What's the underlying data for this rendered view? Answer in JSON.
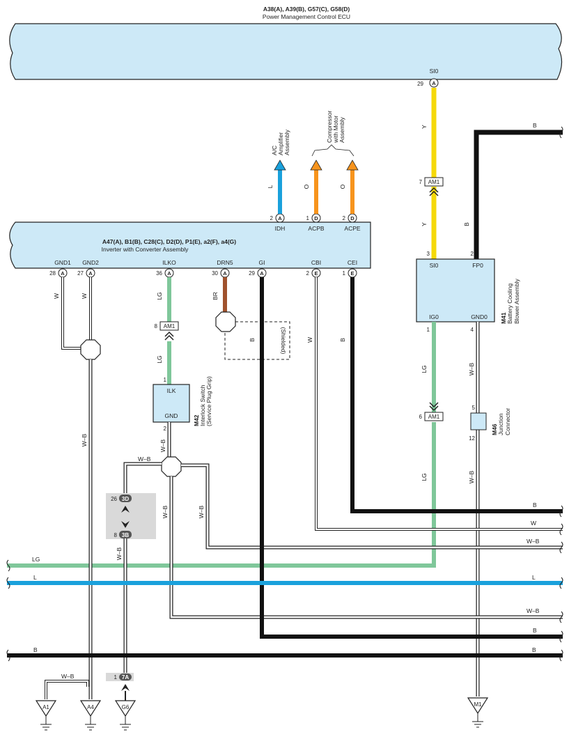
{
  "ecu": {
    "codes": "A38(A), A39(B), G57(C), G58(D)",
    "name": "Power Management Control ECU",
    "pin": {
      "num": "29",
      "conn": "A",
      "name": "SI0"
    }
  },
  "inverter": {
    "codes": "A47(A), B1(B), C28(C), D2(D), P1(E), a2(F), a4(G)",
    "name": "Inverter with Converter Assembly",
    "top_pins": [
      {
        "num": "2",
        "conn": "A",
        "name": "IDH"
      },
      {
        "num": "1",
        "conn": "D",
        "name": "ACPB"
      },
      {
        "num": "2",
        "conn": "D",
        "name": "ACPE"
      }
    ],
    "bottom_pins": [
      {
        "num": "28",
        "conn": "A",
        "name": "GND1"
      },
      {
        "num": "27",
        "conn": "A",
        "name": "GND2"
      },
      {
        "num": "36",
        "conn": "A",
        "name": "ILKO"
      },
      {
        "num": "30",
        "conn": "A",
        "name": "DRN5"
      },
      {
        "num": "29",
        "conn": "A",
        "name": "GI"
      },
      {
        "num": "2",
        "conn": "E",
        "name": "CBI"
      },
      {
        "num": "1",
        "conn": "E",
        "name": "CEI"
      }
    ]
  },
  "ac_amp": {
    "line1": "A/C",
    "line2": "Amplifier",
    "line3": "Assembly",
    "wire": "L"
  },
  "compressor": {
    "line1": "Compressor",
    "line2": "with Motor",
    "line3": "Assembly",
    "wire1": "O",
    "wire2": "O"
  },
  "blower": {
    "code": "M41",
    "line1": "Battery Cooling",
    "line2": "Blower Assembly",
    "pins": {
      "si0": "SI0",
      "fp0": "FP0",
      "ig0": "IG0",
      "gnd0": "GND0"
    },
    "pin_nums": {
      "si0": "3",
      "fp0": "2",
      "ig0": "1",
      "gnd0": "4"
    }
  },
  "interlock": {
    "code": "M42",
    "line1": "Interlock Switch",
    "line2": "(Service Plug Grip)",
    "pins": {
      "ilk": "ILK",
      "gnd": "GND"
    },
    "pin_nums": {
      "ilk": "1",
      "gnd": "2"
    }
  },
  "junction": {
    "code": "M46",
    "line1": "Junction",
    "line2": "Connector",
    "pin_top": "5",
    "pin_bot": "12"
  },
  "am1": {
    "label": "AM1",
    "p7": "7",
    "p8": "8",
    "p6": "6"
  },
  "shielded": "(Shielded)",
  "conns": {
    "c26": "26",
    "c3d": "3D",
    "c8": "8",
    "c3b": "3B",
    "c1": "1",
    "c7a": "7A"
  },
  "grounds": {
    "a1": "A1",
    "a4": "A4",
    "g6": "G6",
    "m1": "M1"
  },
  "wires": {
    "Y": "Y",
    "B": "B",
    "W": "W",
    "LG": "LG",
    "BR": "BR",
    "WB": "W–B",
    "L": "L"
  }
}
